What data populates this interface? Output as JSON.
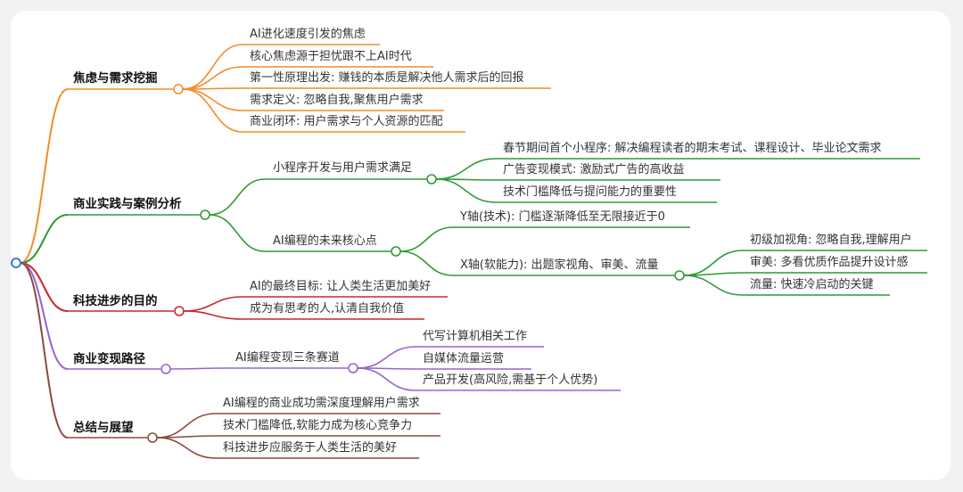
{
  "branches": [
    {
      "title": "焦虑与需求挖掘",
      "color": "#f28c28",
      "items": [
        {
          "text": "AI进化速度引发的焦虑"
        },
        {
          "text": "核心焦虑源于担忧跟不上AI时代"
        },
        {
          "text": "第一性原理出发: 赚钱的本质是解决他人需求后的回报"
        },
        {
          "text": "需求定义: 忽略自我,聚焦用户需求"
        },
        {
          "text": "商业闭环: 用户需求与个人资源的匹配"
        }
      ]
    },
    {
      "title": "商业实践与案例分析",
      "color": "#2f9a35",
      "items": [
        {
          "text": "小程序开发与用户需求满足",
          "children": [
            {
              "text": "春节期间首个小程序: 解决编程读者的期末考试、课程设计、毕业论文需求"
            },
            {
              "text": "广告变现模式: 激励式广告的高收益"
            },
            {
              "text": "技术门槛降低与提问能力的重要性"
            }
          ]
        },
        {
          "text": "AI编程的未来核心点",
          "children": [
            {
              "text": "Y轴(技术): 门槛逐渐降低至无限接近于0"
            },
            {
              "text": "X轴(软能力): 出题家视角、审美、流量",
              "children": [
                {
                  "text": "初级加视角: 忽略自我,理解用户"
                },
                {
                  "text": "审美: 多看优质作品提升设计感"
                },
                {
                  "text": "流量: 快速冷启动的关键"
                }
              ]
            }
          ]
        }
      ]
    },
    {
      "title": "科技进步的目的",
      "color": "#c62a2a",
      "items": [
        {
          "text": "AI的最终目标: 让人类生活更加美好"
        },
        {
          "text": "成为有思考的人,认清自我价值"
        }
      ]
    },
    {
      "title": "商业变现路径",
      "color": "#9a62d0",
      "items": [
        {
          "text": "AI编程变现三条赛道",
          "children": [
            {
              "text": "代写计算机相关工作"
            },
            {
              "text": "自媒体流量运营"
            },
            {
              "text": "产品开发(高风险,需基于个人优势)"
            }
          ]
        }
      ]
    },
    {
      "title": "总结与展望",
      "color": "#8a4b3c",
      "items": [
        {
          "text": "AI编程的商业成功需深度理解用户需求"
        },
        {
          "text": "技术门槛降低,软能力成为核心竞争力"
        },
        {
          "text": "科技进步应服务于人类生活的美好"
        }
      ]
    }
  ]
}
